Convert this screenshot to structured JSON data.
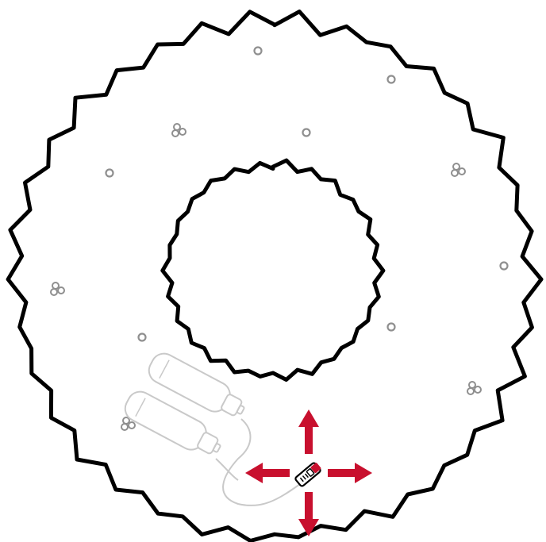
{
  "illustration": {
    "subject": "wreath-light-controller-placement",
    "colors": {
      "background": "#ffffff",
      "wreath_outline": "#000000",
      "ornament_outline": "#8f8f8f",
      "battery_pack_outline": "#c9c9c9",
      "arrow_fill": "#c8102e",
      "controller_fill": "#ffffff"
    },
    "battery_pack_count": 2,
    "arrow_directions": [
      "up",
      "down",
      "left",
      "right"
    ],
    "icons": {
      "wreath": "wreath-outline-icon",
      "ornament": "ornament-circle-icon",
      "ornament_cluster": "ornament-cluster-icon",
      "battery_pack": "battery-pack-icon",
      "controller": "remote-controller-icon",
      "arrow": "direction-arrow-icon"
    }
  }
}
